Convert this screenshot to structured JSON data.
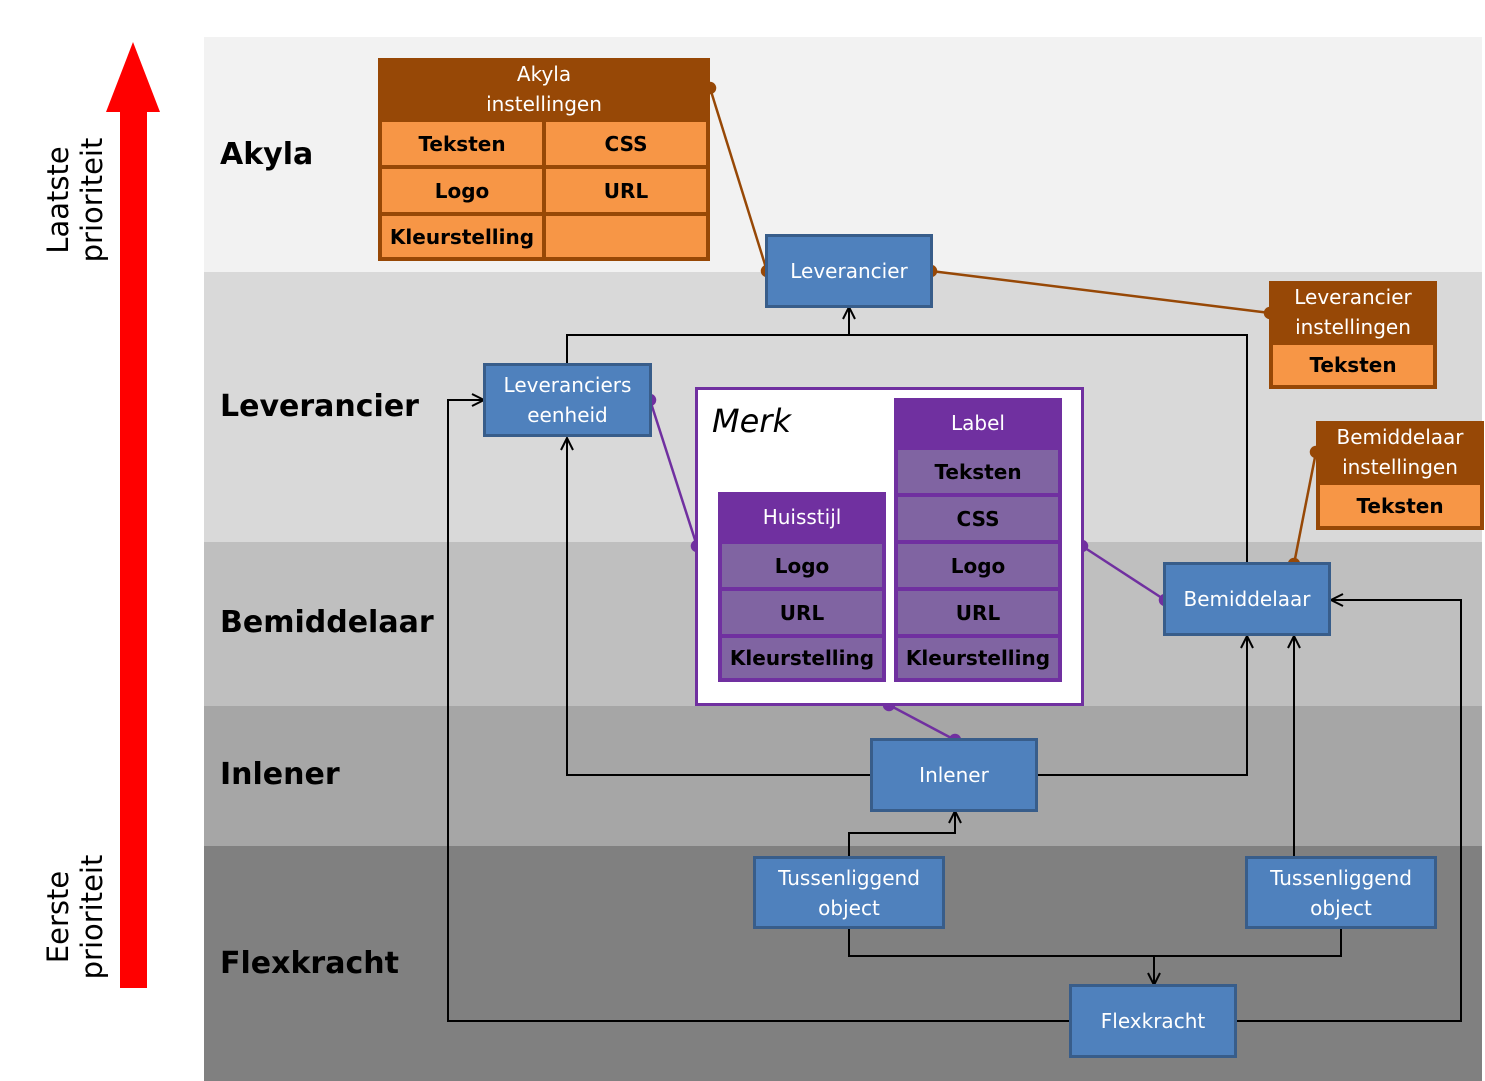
{
  "levels": {
    "akyla": "Akyla",
    "leverancier": "Leverancier",
    "bemiddelaar": "Bemiddelaar",
    "inlener": "Inlener",
    "flexkracht": "Flexkracht"
  },
  "priority": {
    "last": [
      "Laatste",
      "prioriteit"
    ],
    "first": [
      "Eerste",
      "prioriteit"
    ],
    "arrow_color": "#ff0000"
  },
  "nodes": {
    "leverancier": "Leverancier",
    "leveranciers_eenheid": [
      "Leveranciers",
      "eenheid"
    ],
    "bemiddelaar": "Bemiddelaar",
    "inlener": "Inlener",
    "tussenliggend_1": [
      "Tussenliggend",
      "object"
    ],
    "tussenliggend_2": [
      "Tussenliggend",
      "object"
    ],
    "flexkracht": "Flexkracht"
  },
  "akyla_settings": {
    "title": [
      "Akyla",
      "instellingen"
    ],
    "cells": [
      "Teksten",
      "CSS",
      "Logo",
      "URL",
      "Kleurstelling",
      ""
    ]
  },
  "leverancier_settings": {
    "title": [
      "Leverancier",
      "instellingen"
    ],
    "cells": [
      "Teksten"
    ]
  },
  "bemiddelaar_settings": {
    "title": [
      "Bemiddelaar",
      "instellingen"
    ],
    "cells": [
      "Teksten"
    ]
  },
  "merk": {
    "title": "Merk",
    "huisstijl": {
      "title": "Huisstijl",
      "cells": [
        "Logo",
        "URL",
        "Kleurstelling"
      ]
    },
    "label": {
      "title": "Label",
      "cells": [
        "Teksten",
        "CSS",
        "Logo",
        "URL",
        "Kleurstelling"
      ]
    }
  },
  "colors": {
    "node_fill": "#4f81bd",
    "settings_fill": "#f79646",
    "settings_header": "#974806",
    "merk_fill": "#8064a2",
    "merk_header": "#7030a0"
  }
}
